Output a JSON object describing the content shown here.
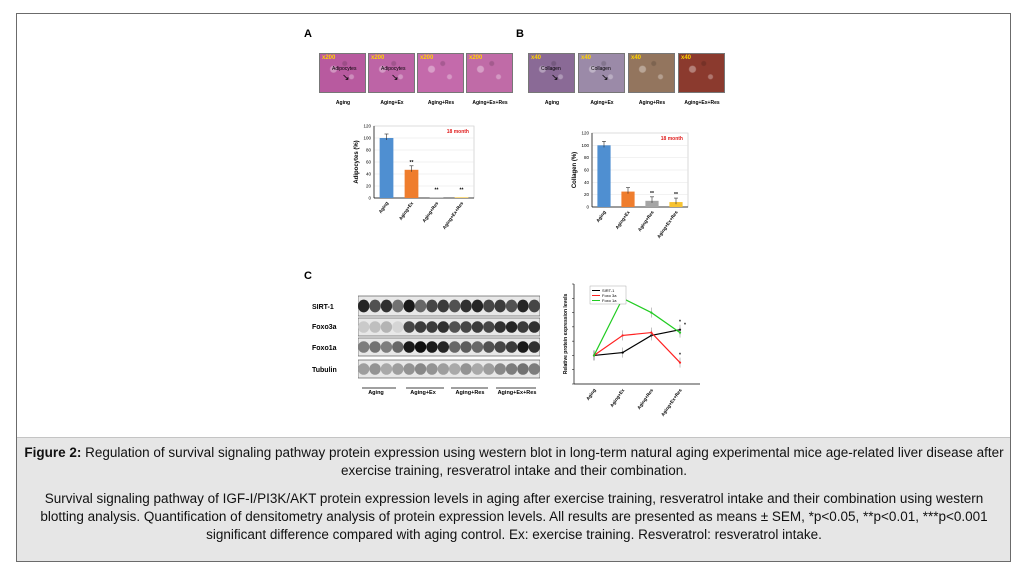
{
  "panels": {
    "a": {
      "letter": "A"
    },
    "b": {
      "letter": "B"
    },
    "c": {
      "letter": "C"
    }
  },
  "micrographs_a": [
    {
      "tag": "x200",
      "annotation": "Adipocytes",
      "label": "Aging",
      "color": "#b85a9f"
    },
    {
      "tag": "x200",
      "annotation": "Adipocytes",
      "label": "Aging+Ex",
      "color": "#bd64a6"
    },
    {
      "tag": "x200",
      "annotation": "",
      "label": "Aging+Res",
      "color": "#c46aab"
    },
    {
      "tag": "x200",
      "annotation": "",
      "label": "Aging+Ex+Res",
      "color": "#c06ba7"
    }
  ],
  "micrographs_b": [
    {
      "tag": "x40",
      "annotation": "Collagen",
      "label": "Aging",
      "color": "#8a6a96"
    },
    {
      "tag": "x40",
      "annotation": "Collagen",
      "label": "Aging+Ex",
      "color": "#9b8aa8"
    },
    {
      "tag": "x40",
      "annotation": "",
      "label": "Aging+Res",
      "color": "#93755e"
    },
    {
      "tag": "x40",
      "annotation": "",
      "label": "Aging+Ex+Res",
      "color": "#8b3a2e"
    }
  ],
  "chart_data": [
    {
      "type": "bar",
      "ylabel": "Adipocytes (%)",
      "annotation": "18 month",
      "categories": [
        "Aging",
        "Aging+Ex",
        "Aging+Res",
        "Aging+Ex+Res"
      ],
      "values": [
        100,
        47,
        1,
        1
      ],
      "colors": [
        "#4f8fd1",
        "#ef7d2d",
        "#a5a5a5",
        "#f7c331"
      ],
      "significance": [
        "",
        "**",
        "**",
        "**"
      ],
      "ylim": [
        0,
        120
      ],
      "yticks": [
        "0",
        "20",
        "40",
        "60",
        "80",
        "100",
        "120"
      ]
    },
    {
      "type": "bar",
      "ylabel": "Collagen (%)",
      "annotation": "18 month",
      "categories": [
        "Aging",
        "Aging+Ex",
        "Aging+Res",
        "Aging+Ex+Res"
      ],
      "values": [
        100,
        25,
        10,
        8
      ],
      "colors": [
        "#4f8fd1",
        "#ef7d2d",
        "#a5a5a5",
        "#f7c331"
      ],
      "significance": [
        "",
        "",
        "**",
        "**"
      ],
      "ylim": [
        0,
        120
      ],
      "yticks": [
        "0",
        "20",
        "40",
        "60",
        "80",
        "100",
        "120"
      ]
    },
    {
      "type": "line",
      "ylabel": "Relative protein expression levels",
      "categories": [
        "Aging",
        "Aging+Ex",
        "Aging+Res",
        "Aging+Ex+Res"
      ],
      "ylim": [
        0,
        3.5
      ],
      "series": [
        {
          "name": "SIRT-1",
          "color": "#000000",
          "values": [
            1.0,
            1.1,
            1.7,
            1.9
          ],
          "significance": [
            "",
            "",
            "",
            "*"
          ]
        },
        {
          "name": "Foxo 3a",
          "color": "#ff2020",
          "values": [
            1.0,
            1.7,
            1.8,
            0.75
          ],
          "significance": [
            "",
            "",
            "",
            "*"
          ]
        },
        {
          "name": "Foxo 1a",
          "color": "#22cc22",
          "values": [
            1.0,
            3.0,
            2.5,
            1.8
          ],
          "significance": [
            "",
            "**",
            "",
            "*"
          ]
        }
      ]
    }
  ],
  "blot": {
    "rows": [
      "SIRT-1",
      "Foxo3a",
      "Foxo1a",
      "Tubulin"
    ],
    "groups": [
      "Aging",
      "Aging+Ex",
      "Aging+Res",
      "Aging+Ex+Res"
    ]
  },
  "caption": {
    "title_bold": "Figure 2:",
    "title_text": " Regulation of survival signaling pathway protein expression using western blot in long-term natural aging experimental mice age-related liver disease after exercise training, resveratrol intake and their combination.",
    "body": "Survival signaling pathway of IGF-I/PI3K/AKT protein expression levels in aging after exercise training, resveratrol intake and their combination using western blotting analysis. Quantification of densitometry analysis of protein expression levels. All results are presented as means ± SEM, *p<0.05, **p<0.01, ***p<0.001 significant difference compared with aging control. Ex: exercise training. Resveratrol: resveratrol intake."
  }
}
